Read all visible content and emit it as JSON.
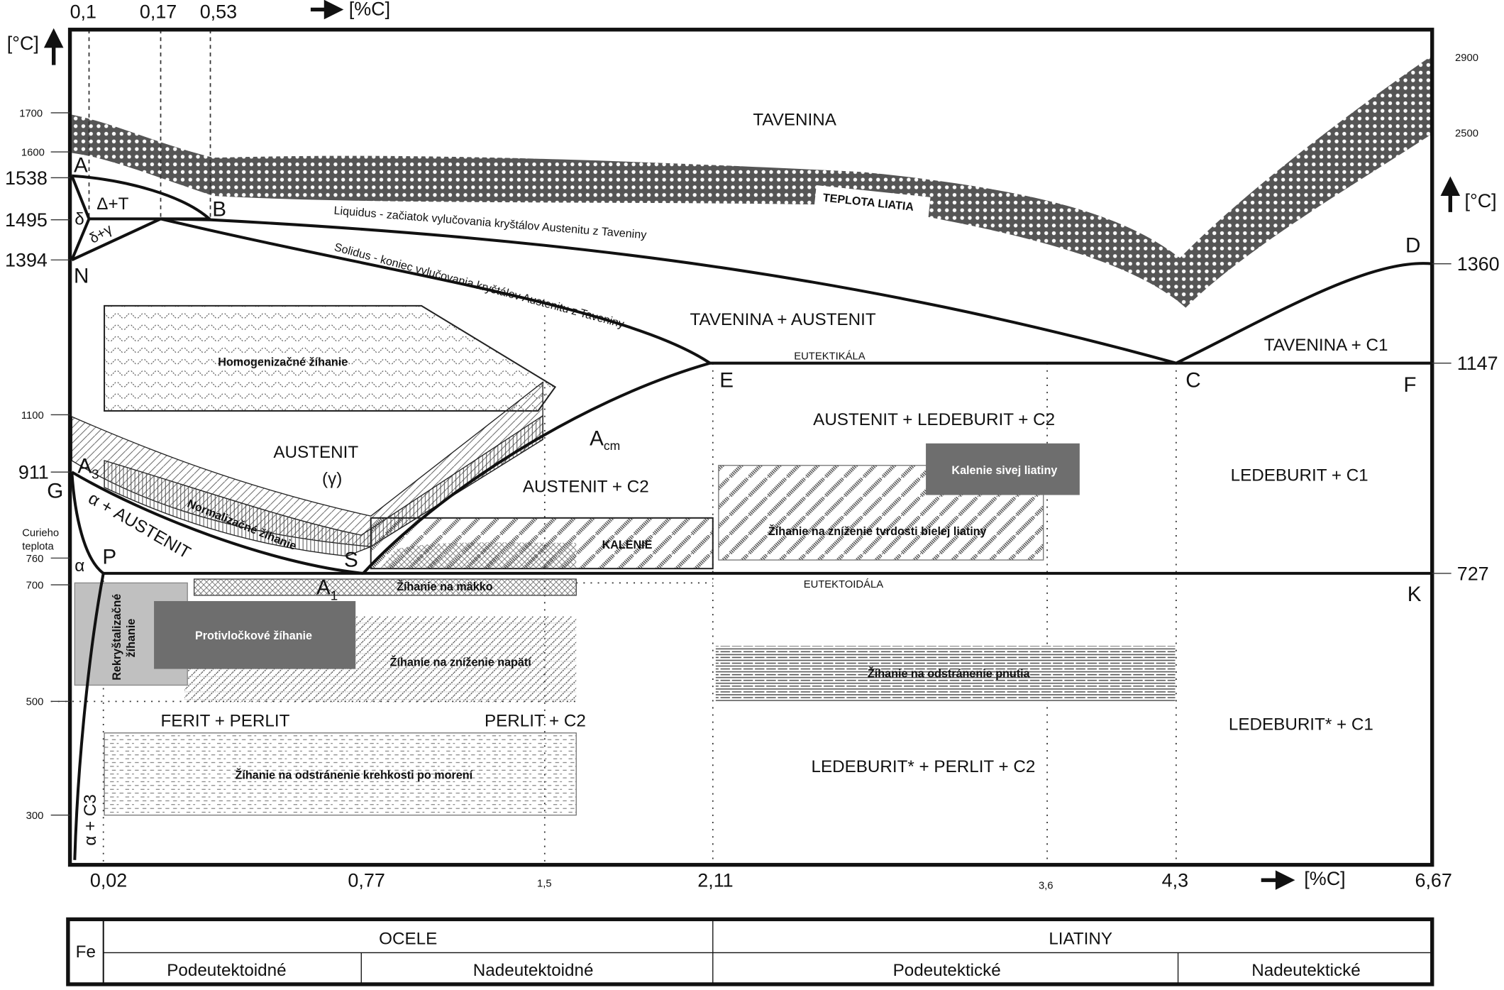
{
  "top_axis": {
    "ticks": [
      "0,1",
      "0,17",
      "0,53"
    ],
    "unit": "[%C]"
  },
  "left_axis": {
    "unit": "[°C]",
    "ticks_small": [
      "1700",
      "1600",
      "1100",
      "700",
      "500",
      "300"
    ],
    "ticks_big": [
      "1538",
      "1495",
      "1394",
      "911"
    ],
    "curie_label_1": "Curieho",
    "curie_label_2": "teplota",
    "curie_value": "760"
  },
  "right_axis": {
    "unit": "[°C]",
    "ticks_small": [
      "2900",
      "2500"
    ],
    "ticks_big": [
      "1360",
      "1147",
      "727"
    ]
  },
  "bottom_axis": {
    "ticks_big": [
      "0,02",
      "0,77",
      "2,11",
      "4,3",
      "6,67"
    ],
    "ticks_small": [
      "1,5",
      "3,6"
    ],
    "unit": "[%C]"
  },
  "points": {
    "A": "A",
    "B": "B",
    "N": "N",
    "D": "D",
    "C": "C",
    "E": "E",
    "F": "F",
    "G": "G",
    "A3": "A",
    "A3_sub": "3",
    "P": "P",
    "S": "S",
    "A1": "A",
    "A1_sub": "1",
    "K": "K",
    "Acm": "A",
    "Acm_sub": "cm"
  },
  "regions": {
    "tavenina": "TAVENINA",
    "teplota_liatia": "TEPLOTA LIATIA",
    "liquidus": "Liquidus - začiatok vylučovania kryštálov Austenitu z Taveniny",
    "solidus": "Solidus - koniec vylučovania kryštálov Austenitu z Taveniny",
    "delta_t": "Δ+T",
    "delta": "δ",
    "delta_gamma": "δ+γ",
    "tavenina_austenit": "TAVENINA + AUSTENIT",
    "tavenina_c1": "TAVENINA + C1",
    "eutektikala": "EUTEKTIKÁLA",
    "austenit_ledeburit_c2": "AUSTENIT + LEDEBURIT + C2",
    "austenit": "AUSTENIT",
    "gamma": "(γ)",
    "austenit_c2": "AUSTENIT + C2",
    "ledeburit_c1": "LEDEBURIT + C1",
    "alpha_austenit": "α + AUSTENIT",
    "alpha": "α",
    "eutektoidala": "EUTEKTOIDÁLA",
    "ferit_perlit": "FERIT + PERLIT",
    "perlit_c2": "PERLIT + C2",
    "ledeburit_star_c1": "LEDEBURIT* + C1",
    "ledeburit_star_perlit_c2": "LEDEBURIT* + PERLIT + C2",
    "alpha_c3": "α + C3"
  },
  "treatments": {
    "homogenizacne": "Homogenizačné žíhanie",
    "normalizacne": "Normalizačné žíhanie",
    "kalenie": "KALENIE",
    "makko": "Žíhanie na mäkko",
    "rekrystalizacne_1": "Rekryštalizačné",
    "rekrystalizacne_2": "žíhanie",
    "protivlockove": "Protivločkové žíhanie",
    "napatie": "Žíhanie na zníženie napätí",
    "tvrdost": "Žíhanie na zníženie tvrdosti bielej liatiny",
    "kalenie_sivej": "Kalenie sivej liatiny",
    "pnutie": "Žíhanie na odstránenie pnutia",
    "krehkost": "Žíhanie na odstránenie krehkosti po morení"
  },
  "table": {
    "fe": "Fe",
    "ocele": "OCELE",
    "liatiny": "LIATINY",
    "podeutektoidne": "Podeutektoidné",
    "nadeutektoidne": "Nadeutektoidné",
    "podeutekticke": "Podeutektické",
    "nadeutekticke": "Nadeutektické"
  },
  "colors": {
    "line": "#111111",
    "dark_box": "#6e6e6e",
    "light_box": "#c0c0c0"
  }
}
